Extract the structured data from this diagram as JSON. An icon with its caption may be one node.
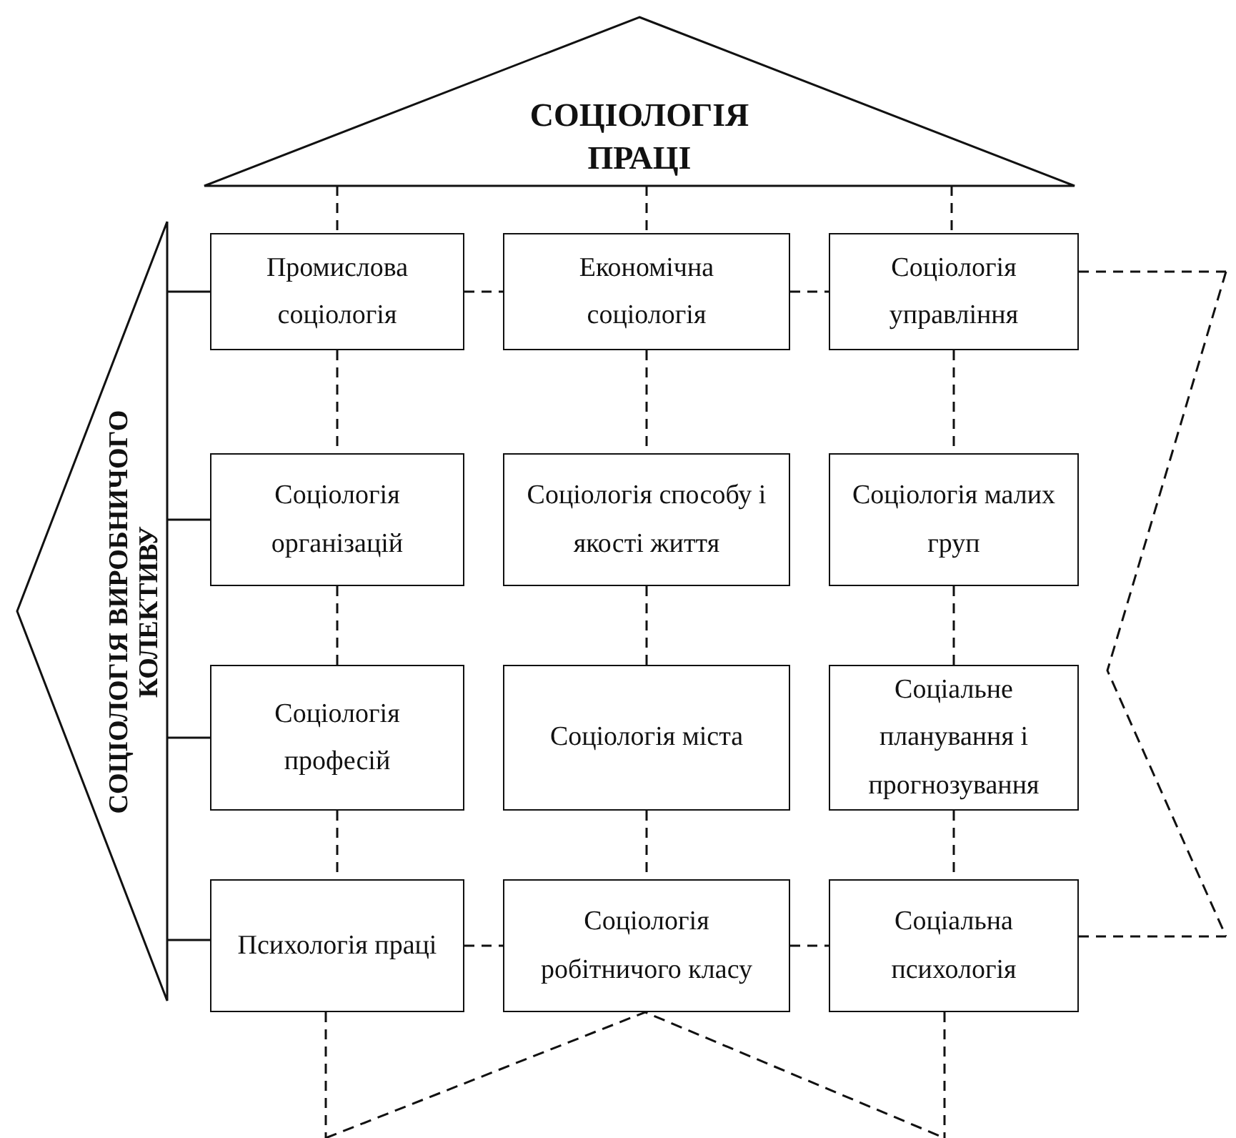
{
  "diagram": {
    "nodes": [
      {
        "text": [
          "СОЦІОЛОГІЯ ПРАЦІ"
        ]
      },
      {
        "text": [
          "СОЦІОЛОГІЯ ВИРОБНИЧОГО КОЛЕКТИВУ"
        ]
      },
      {
        "text": [
          "Промислова соціологія"
        ]
      },
      {
        "text": [
          "Економічна соціологія"
        ]
      },
      {
        "text": [
          "Соціологія управління"
        ]
      },
      {
        "text": [
          "Соціологія організацій"
        ]
      },
      {
        "text": [
          "Соціологія способу і якості життя"
        ]
      },
      {
        "text": [
          "Соціологія малих груп"
        ]
      },
      {
        "text": [
          "Соціологія професій"
        ]
      },
      {
        "text": [
          "Соціологія міста"
        ]
      },
      {
        "text": [
          "Соціальне планування і прогнозування"
        ]
      },
      {
        "text": [
          "Психологія праці"
        ]
      },
      {
        "text": [
          "Соціологія робітничого класу"
        ]
      },
      {
        "text": [
          "Соціальна психологія"
        ]
      },
      {
        "text": [],
        "shape": "chevron"
      },
      {
        "text": [],
        "shape": "triangle"
      }
    ],
    "edges": [
      {
        "from": 0,
        "to": 2,
        "arrow": "none",
        "style": "dashed"
      },
      {
        "from": 0,
        "to": 3,
        "arrow": "none",
        "style": "dashed"
      },
      {
        "from": 0,
        "to": 4,
        "arrow": "none",
        "style": "dashed"
      },
      {
        "from": 1,
        "to": 2,
        "arrow": "none"
      },
      {
        "from": 1,
        "to": 5,
        "arrow": "none"
      },
      {
        "from": 1,
        "to": 8,
        "arrow": "none"
      },
      {
        "from": 1,
        "to": 11,
        "arrow": "none"
      },
      {
        "from": 2,
        "to": 3,
        "arrow": "none",
        "style": "dashed"
      },
      {
        "from": 3,
        "to": 4,
        "arrow": "none",
        "style": "dashed"
      },
      {
        "from": 4,
        "to": 14,
        "arrow": "none",
        "style": "dashed"
      },
      {
        "from": 2,
        "to": 5,
        "arrow": "none",
        "style": "dashed"
      },
      {
        "from": 5,
        "to": 8,
        "arrow": "none",
        "style": "dashed"
      },
      {
        "from": 8,
        "to": 11,
        "arrow": "none",
        "style": "dashed"
      },
      {
        "from": 3,
        "to": 6,
        "arrow": "none",
        "style": "dashed"
      },
      {
        "from": 6,
        "to": 9,
        "arrow": "none",
        "style": "dashed"
      },
      {
        "from": 9,
        "to": 12,
        "arrow": "none",
        "style": "dashed"
      },
      {
        "from": 4,
        "to": 7,
        "arrow": "none",
        "style": "dashed"
      },
      {
        "from": 7,
        "to": 10,
        "arrow": "none",
        "style": "dashed"
      },
      {
        "from": 10,
        "to": 13,
        "arrow": "none",
        "style": "dashed"
      },
      {
        "from": 11,
        "to": 12,
        "arrow": "none",
        "style": "dashed"
      },
      {
        "from": 12,
        "to": 13,
        "arrow": "none",
        "style": "dashed"
      },
      {
        "from": 13,
        "to": 14,
        "arrow": "none",
        "style": "dashed"
      },
      {
        "from": 11,
        "to": 15,
        "arrow": "none",
        "style": "dashed"
      },
      {
        "from": 13,
        "to": 15,
        "arrow": "none",
        "style": "dashed"
      }
    ]
  }
}
